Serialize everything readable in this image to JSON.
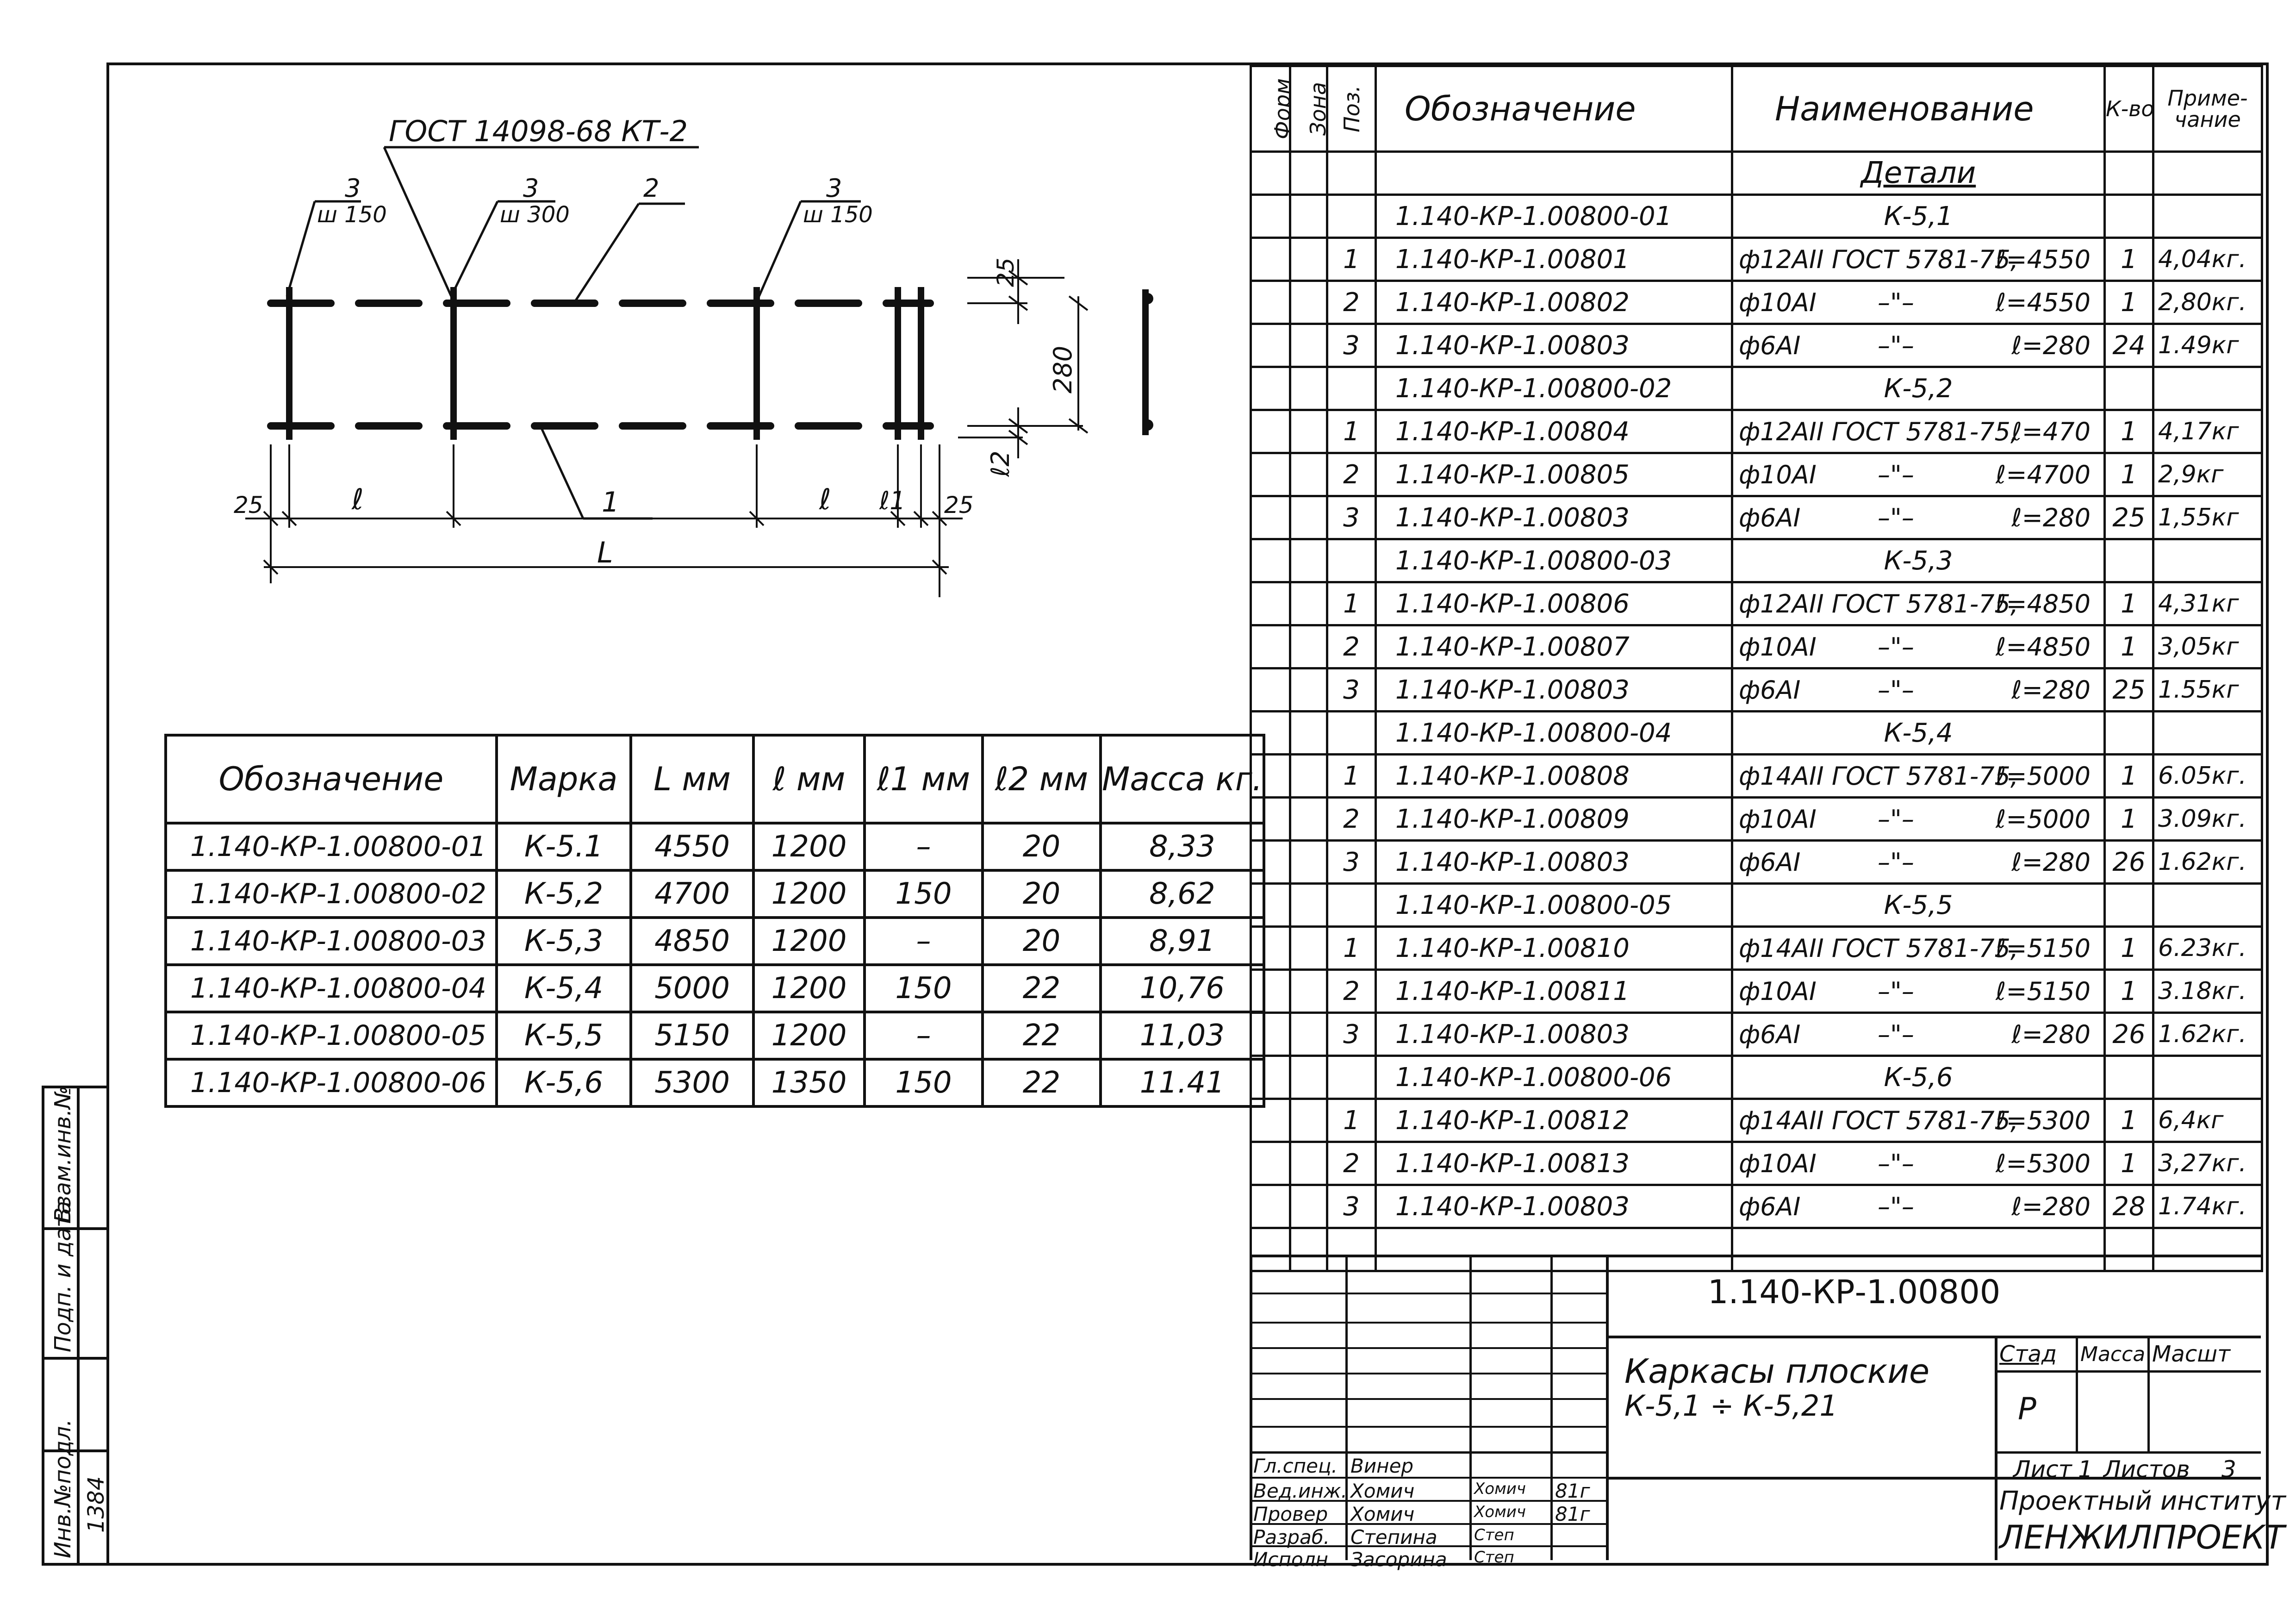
{
  "drawing": {
    "gost_label": "ГОСТ 14098-68 КТ-2",
    "callouts": [
      {
        "num": "3",
        "spacing": "ш 150"
      },
      {
        "num": "3",
        "spacing": "ш 300"
      },
      {
        "num": "2",
        "spacing": ""
      },
      {
        "num": "3",
        "spacing": "ш 150"
      }
    ],
    "leader_1": "1",
    "dim_25_left": "25",
    "dim_25_right": "25",
    "dim_25_top": "25",
    "dim_280": "280",
    "dim_l2": "ℓ2",
    "dim_l": "ℓ",
    "dim_l1": "ℓ1",
    "dim_L": "L"
  },
  "dims_table": {
    "headers": [
      "Обозначение",
      "Марка",
      "L мм",
      "ℓ мм",
      "ℓ1 мм",
      "ℓ2 мм",
      "Масса кг."
    ],
    "rows": [
      [
        "1.140-КР-1.00800-01",
        "К-5.1",
        "4550",
        "1200",
        "–",
        "20",
        "8,33"
      ],
      [
        "1.140-КР-1.00800-02",
        "К-5,2",
        "4700",
        "1200",
        "150",
        "20",
        "8,62"
      ],
      [
        "1.140-КР-1.00800-03",
        "К-5,3",
        "4850",
        "1200",
        "–",
        "20",
        "8,91"
      ],
      [
        "1.140-КР-1.00800-04",
        "К-5,4",
        "5000",
        "1200",
        "150",
        "22",
        "10,76"
      ],
      [
        "1.140-КР-1.00800-05",
        "К-5,5",
        "5150",
        "1200",
        "–",
        "22",
        "11,03"
      ],
      [
        "1.140-КР-1.00800-06",
        "К-5,6",
        "5300",
        "1350",
        "150",
        "22",
        "11.41"
      ]
    ]
  },
  "spec": {
    "headers": {
      "format": "Форм",
      "zone": "Зона",
      "pos": "Поз.",
      "designation": "Обозначение",
      "name": "Наименование",
      "qty": "К-во",
      "note": "Приме-чание"
    },
    "section_title": "Детали",
    "groups": [
      {
        "designation": "1.140-КР-1.00800-01",
        "mark": "К-5,1",
        "items": [
          {
            "pos": "1",
            "designation": "1.140-КР-1.00801",
            "bar": "ф12АII ГОСТ 5781-75,",
            "ditto": "",
            "len": "ℓ=4550",
            "qty": "1",
            "mass": "4,04кг."
          },
          {
            "pos": "2",
            "designation": "1.140-КР-1.00802",
            "bar": "ф10АI",
            "ditto": "–\"–",
            "len": "ℓ=4550",
            "qty": "1",
            "mass": "2,80кг."
          },
          {
            "pos": "3",
            "designation": "1.140-КР-1.00803",
            "bar": "ф6АI",
            "ditto": "–\"–",
            "len": "ℓ=280",
            "qty": "24",
            "mass": "1.49кг"
          }
        ]
      },
      {
        "designation": "1.140-КР-1.00800-02",
        "mark": "К-5,2",
        "items": [
          {
            "pos": "1",
            "designation": "1.140-КР-1.00804",
            "bar": "ф12АII ГОСТ 5781-75,",
            "ditto": "",
            "len": "ℓ=470",
            "qty": "1",
            "mass": "4,17кг"
          },
          {
            "pos": "2",
            "designation": "1.140-КР-1.00805",
            "bar": "ф10АI",
            "ditto": "–\"–",
            "len": "ℓ=4700",
            "qty": "1",
            "mass": "2,9кг"
          },
          {
            "pos": "3",
            "designation": "1.140-КР-1.00803",
            "bar": "ф6АI",
            "ditto": "–\"–",
            "len": "ℓ=280",
            "qty": "25",
            "mass": "1,55кг"
          }
        ]
      },
      {
        "designation": "1.140-КР-1.00800-03",
        "mark": "К-5,3",
        "items": [
          {
            "pos": "1",
            "designation": "1.140-КР-1.00806",
            "bar": "ф12АII ГОСТ 5781-75,",
            "ditto": "",
            "len": "ℓ=4850",
            "qty": "1",
            "mass": "4,31кг"
          },
          {
            "pos": "2",
            "designation": "1.140-КР-1.00807",
            "bar": "ф10АI",
            "ditto": "–\"–",
            "len": "ℓ=4850",
            "qty": "1",
            "mass": "3,05кг"
          },
          {
            "pos": "3",
            "designation": "1.140-КР-1.00803",
            "bar": "ф6АI",
            "ditto": "–\"–",
            "len": "ℓ=280",
            "qty": "25",
            "mass": "1.55кг"
          }
        ]
      },
      {
        "designation": "1.140-КР-1.00800-04",
        "mark": "К-5,4",
        "items": [
          {
            "pos": "1",
            "designation": "1.140-КР-1.00808",
            "bar": "ф14АII ГОСТ 5781-75,",
            "ditto": "",
            "len": "ℓ=5000",
            "qty": "1",
            "mass": "6.05кг."
          },
          {
            "pos": "2",
            "designation": "1.140-КР-1.00809",
            "bar": "ф10АI",
            "ditto": "–\"–",
            "len": "ℓ=5000",
            "qty": "1",
            "mass": "3.09кг."
          },
          {
            "pos": "3",
            "designation": "1.140-КР-1.00803",
            "bar": "ф6АI",
            "ditto": "–\"–",
            "len": "ℓ=280",
            "qty": "26",
            "mass": "1.62кг."
          }
        ]
      },
      {
        "designation": "1.140-КР-1.00800-05",
        "mark": "К-5,5",
        "items": [
          {
            "pos": "1",
            "designation": "1.140-КР-1.00810",
            "bar": "ф14АII ГОСТ 5781-75,",
            "ditto": "",
            "len": "ℓ=5150",
            "qty": "1",
            "mass": "6.23кг."
          },
          {
            "pos": "2",
            "designation": "1.140-КР-1.00811",
            "bar": "ф10АI",
            "ditto": "–\"–",
            "len": "ℓ=5150",
            "qty": "1",
            "mass": "3.18кг."
          },
          {
            "pos": "3",
            "designation": "1.140-КР-1.00803",
            "bar": "ф6АI",
            "ditto": "–\"–",
            "len": "ℓ=280",
            "qty": "26",
            "mass": "1.62кг."
          }
        ]
      },
      {
        "designation": "1.140-КР-1.00800-06",
        "mark": "К-5,6",
        "items": [
          {
            "pos": "1",
            "designation": "1.140-КР-1.00812",
            "bar": "ф14АII ГОСТ 5781-75,",
            "ditto": "",
            "len": "ℓ=5300",
            "qty": "1",
            "mass": "6,4кг"
          },
          {
            "pos": "2",
            "designation": "1.140-КР-1.00813",
            "bar": "ф10АI",
            "ditto": "–\"–",
            "len": "ℓ=5300",
            "qty": "1",
            "mass": "3,27кг."
          },
          {
            "pos": "3",
            "designation": "1.140-КР-1.00803",
            "bar": "ф6АI",
            "ditto": "–\"–",
            "len": "ℓ=280",
            "qty": "28",
            "mass": "1.74кг."
          }
        ]
      }
    ]
  },
  "title_block": {
    "doc_number": "1.140-КР-1.00800",
    "title_line1": "Каркасы плоские",
    "title_line2": "К-5,1 ÷ К-5,21",
    "stage_label": "Стад",
    "mass_label": "Масса",
    "scale_label": "Масшт",
    "stage_value": "Р",
    "sheet_label": "Лист",
    "sheet_value": "1",
    "sheets_label": "Листов",
    "sheets_value": "3",
    "org_line1": "Проектный институт",
    "org_line2": "ЛЕНЖИЛПРОЕКТ",
    "signatures": [
      {
        "role": "Гл.спец.",
        "name": "Винер",
        "sign": "",
        "date": ""
      },
      {
        "role": "Вед.инж.",
        "name": "Хомич",
        "sign": "Хомич",
        "date": "81г"
      },
      {
        "role": "Провер",
        "name": "Хомич",
        "sign": "Хомич",
        "date": "81г"
      },
      {
        "role": "Разраб.",
        "name": "Степина",
        "sign": "Степ",
        "date": ""
      },
      {
        "role": "Исполн",
        "name": "Засорина",
        "sign": "Степ",
        "date": ""
      }
    ]
  },
  "margin_stamp": {
    "inv_label": "Инв.№подл.",
    "inv_value": "1384",
    "sign_date_label": "Подп. и дата",
    "replace_label": "Взам.инв.№"
  }
}
